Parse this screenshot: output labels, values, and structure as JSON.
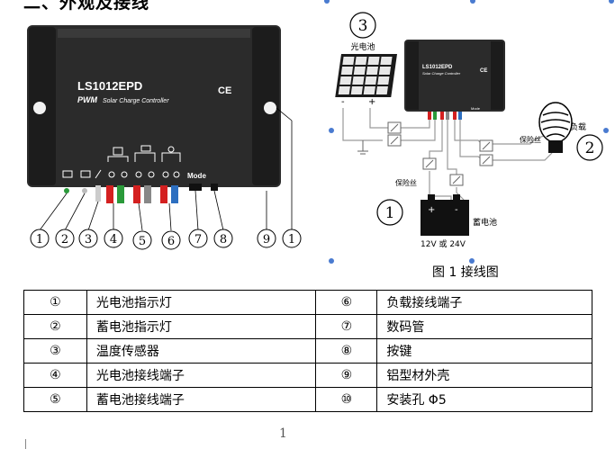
{
  "heading": "二、外观及接线",
  "device": {
    "model": "LS1012EPD",
    "subtitle_bold": "PWM",
    "subtitle": "Solar Charge Controller",
    "ce_mark": "CE",
    "mode_label": "Mode"
  },
  "callouts": [
    "1",
    "2",
    "3",
    "4",
    "5",
    "6",
    "7",
    "8",
    "9",
    "1"
  ],
  "wiring": {
    "solar_number": "3",
    "solar_label": "光电池",
    "load_number": "2",
    "load_label": "负载",
    "battery_number": "1",
    "battery_label": "蓄电池",
    "battery_voltage": "12V 或 24V",
    "fuse_label_1": "保险丝",
    "fuse_label_2": "保险丝",
    "minus": "-",
    "plus": "+"
  },
  "figure_caption": "图 1 接线图",
  "parts_table": [
    {
      "left_num": "①",
      "left_name": "光电池指示灯",
      "right_num": "⑥",
      "right_name": "负载接线端子"
    },
    {
      "left_num": "②",
      "left_name": "蓄电池指示灯",
      "right_num": "⑦",
      "right_name": "数码管"
    },
    {
      "left_num": "③",
      "left_name": "温度传感器",
      "right_num": "⑧",
      "right_name": "按键"
    },
    {
      "left_num": "④",
      "left_name": "光电池接线端子",
      "right_num": "⑨",
      "right_name": "铝型材外壳"
    },
    {
      "left_num": "⑤",
      "left_name": "蓄电池接线端子",
      "right_num": "⑩",
      "right_name": "安装孔 Φ5"
    }
  ],
  "page_number": "1",
  "colors": {
    "device_body": "#2b2b2b",
    "wire": "#9a9a9a",
    "handle": "#4a7bd0",
    "terminal_red": "#d42020",
    "terminal_green": "#2a9a3a"
  }
}
